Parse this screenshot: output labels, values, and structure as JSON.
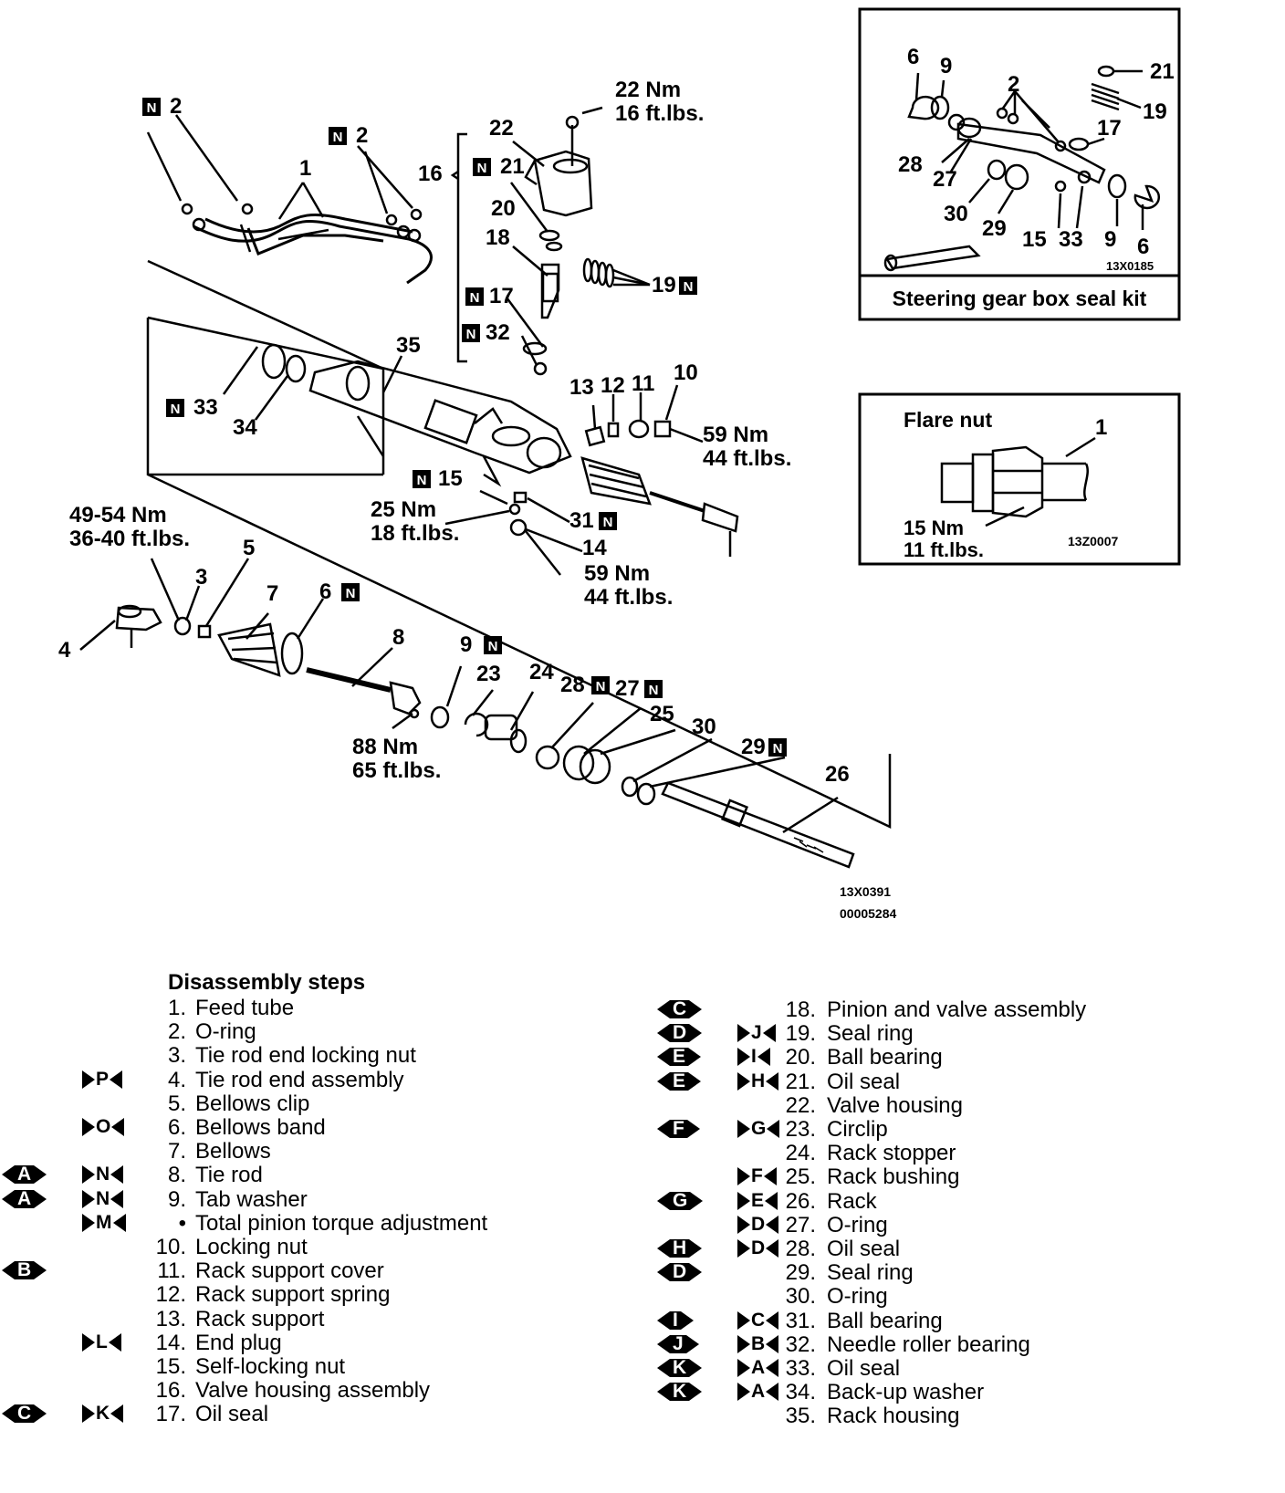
{
  "diagram": {
    "callouts": {
      "n2_left": "2",
      "n2_mid": "2",
      "c1": "1",
      "c22": "22",
      "c16": "16",
      "n21": "21",
      "c20": "20",
      "c18": "18",
      "c19": "19",
      "n17": "17",
      "n32": "32",
      "c35": "35",
      "n33": "33",
      "c34": "34",
      "c13": "13",
      "c12": "12",
      "c11": "11",
      "c10": "10",
      "n15": "15",
      "c31": "31",
      "c14": "14",
      "c5": "5",
      "c3": "3",
      "c7": "7",
      "c6": "6",
      "c4": "4",
      "c8": "8",
      "c9": "9",
      "c23": "23",
      "c24": "24",
      "c28": "28",
      "c27": "27",
      "c25": "25",
      "c30": "30",
      "c29": "29",
      "c26": "26"
    },
    "torques": {
      "t22_nm": "22 Nm",
      "t22_ft": "16 ft.lbs.",
      "t10_nm": "59 Nm",
      "t10_ft": "44 ft.lbs.",
      "t15_nm": "25 Nm",
      "t15_ft": "18 ft.lbs.",
      "t14_nm": "59 Nm",
      "t14_ft": "44 ft.lbs.",
      "t3_nm": "49-54 Nm",
      "t3_ft": "36-40 ft.lbs.",
      "t8_nm": "88 Nm",
      "t8_ft": "65 ft.lbs."
    },
    "new_part_mark": "N",
    "ref_codes": [
      "13X0391",
      "00005284"
    ]
  },
  "seal_kit_inset": {
    "caption": "Steering gear box seal kit",
    "code": "13X0185",
    "labels": [
      "6",
      "9",
      "2",
      "21",
      "19",
      "17",
      "28",
      "27",
      "30",
      "29",
      "15",
      "33",
      "9",
      "6"
    ]
  },
  "flare_nut_inset": {
    "title": "Flare nut",
    "label": "1",
    "torque_nm": "15 Nm",
    "torque_ft": "11 ft.lbs.",
    "code": "13Z0007"
  },
  "disassembly": {
    "title": "Disassembly steps",
    "left": [
      {
        "m1": "",
        "m2": "",
        "num": "1.",
        "text": "Feed tube"
      },
      {
        "m1": "",
        "m2": "",
        "num": "2.",
        "text": "O-ring"
      },
      {
        "m1": "",
        "m2": "",
        "num": "3.",
        "text": "Tie rod end locking nut"
      },
      {
        "m1": "",
        "m2": "P",
        "num": "4.",
        "text": "Tie rod end assembly"
      },
      {
        "m1": "",
        "m2": "",
        "num": "5.",
        "text": "Bellows clip"
      },
      {
        "m1": "",
        "m2": "O",
        "num": "6.",
        "text": "Bellows band"
      },
      {
        "m1": "",
        "m2": "",
        "num": "7.",
        "text": "Bellows"
      },
      {
        "m1": "A",
        "m2": "N",
        "num": "8.",
        "text": "Tie rod"
      },
      {
        "m1": "A",
        "m2": "N",
        "num": "9.",
        "text": "Tab washer"
      },
      {
        "m1": "",
        "m2": "M",
        "num": "•",
        "text": "Total pinion torque adjustment"
      },
      {
        "m1": "",
        "m2": "",
        "num": "10.",
        "text": "Locking nut"
      },
      {
        "m1": "B",
        "m2": "",
        "num": "11.",
        "text": "Rack support cover"
      },
      {
        "m1": "",
        "m2": "",
        "num": "12.",
        "text": "Rack support spring"
      },
      {
        "m1": "",
        "m2": "",
        "num": "13.",
        "text": "Rack support"
      },
      {
        "m1": "",
        "m2": "L",
        "num": "14.",
        "text": "End plug"
      },
      {
        "m1": "",
        "m2": "",
        "num": "15.",
        "text": "Self-locking nut"
      },
      {
        "m1": "",
        "m2": "",
        "num": "16.",
        "text": "Valve housing assembly"
      },
      {
        "m1": "C",
        "m2": "K",
        "num": "17.",
        "text": "Oil seal"
      }
    ],
    "right": [
      {
        "m1": "C",
        "m2": "",
        "num": "18.",
        "text": "Pinion and valve assembly"
      },
      {
        "m1": "D",
        "m2": "J",
        "num": "19.",
        "text": "Seal ring"
      },
      {
        "m1": "E",
        "m2": "I",
        "num": "20.",
        "text": "Ball bearing"
      },
      {
        "m1": "E",
        "m2": "H",
        "num": "21.",
        "text": "Oil seal"
      },
      {
        "m1": "",
        "m2": "",
        "num": "22.",
        "text": "Valve housing"
      },
      {
        "m1": "F",
        "m2": "G",
        "num": "23.",
        "text": "Circlip"
      },
      {
        "m1": "",
        "m2": "",
        "num": "24.",
        "text": "Rack stopper"
      },
      {
        "m1": "",
        "m2": "F",
        "num": "25.",
        "text": "Rack bushing"
      },
      {
        "m1": "G",
        "m2": "E",
        "num": "26.",
        "text": "Rack"
      },
      {
        "m1": "",
        "m2": "D",
        "num": "27.",
        "text": "O-ring"
      },
      {
        "m1": "H",
        "m2": "D",
        "num": "28.",
        "text": "Oil seal"
      },
      {
        "m1": "D",
        "m2": "",
        "num": "29.",
        "text": "Seal ring"
      },
      {
        "m1": "",
        "m2": "",
        "num": "30.",
        "text": "O-ring"
      },
      {
        "m1": "I",
        "m2": "C",
        "num": "31.",
        "text": "Ball bearing"
      },
      {
        "m1": "J",
        "m2": "B",
        "num": "32.",
        "text": "Needle roller bearing"
      },
      {
        "m1": "K",
        "m2": "A",
        "num": "33.",
        "text": "Oil seal"
      },
      {
        "m1": "K",
        "m2": "A",
        "num": "34.",
        "text": "Back-up washer"
      },
      {
        "m1": "",
        "m2": "",
        "num": "35.",
        "text": "Rack housing"
      }
    ]
  }
}
